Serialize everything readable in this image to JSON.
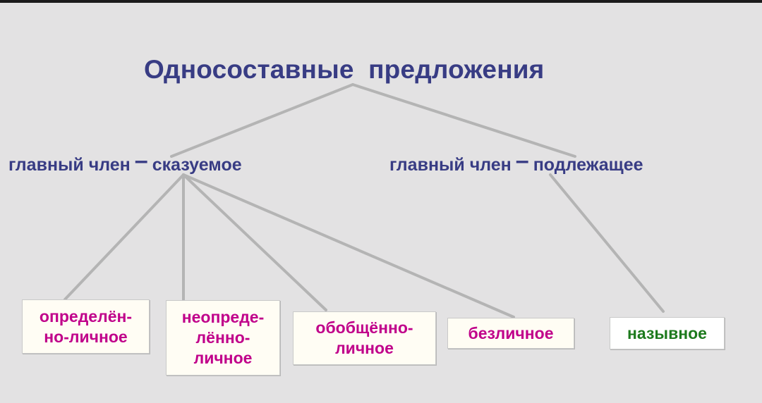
{
  "title": "Односоставные предложения",
  "branches": [
    {
      "left": "главный член",
      "dash": "–",
      "right": "сказуемое"
    },
    {
      "left": "главный член",
      "dash": "–",
      "right": "подлежащее"
    }
  ],
  "types": [
    {
      "label": "определён-\nно-личное"
    },
    {
      "label": "неопреде-\nлённо-\nличное"
    },
    {
      "label": "обобщённо-\nличное"
    },
    {
      "label": "безличное"
    },
    {
      "label": "назывное"
    }
  ],
  "colors": {
    "background": "#e3e2e3",
    "title": "#383c84",
    "predicate_types": "#c0008a",
    "subject_types": "#1d7a1d",
    "connector": "#b4b4b4"
  }
}
